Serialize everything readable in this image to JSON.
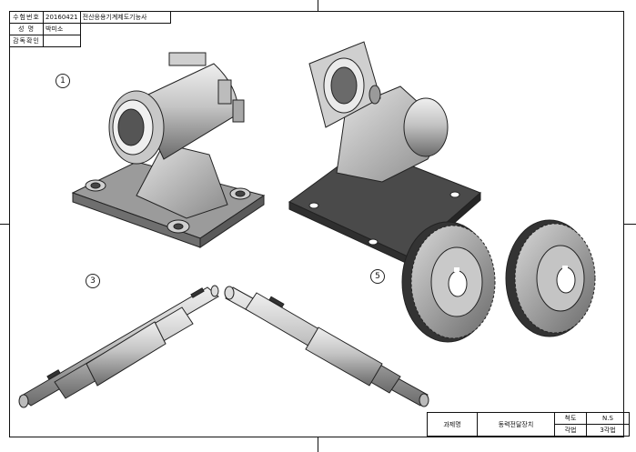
{
  "header": {
    "exam_no_label": "수험번호",
    "exam_no_value": "20160421",
    "exam_title": "전산응용기계제도기능사",
    "name_label": "성    명",
    "name_value": "박미소",
    "check_label": "감독확인",
    "check_value": ""
  },
  "callouts": {
    "part1": "1",
    "part3": "3",
    "part5": "5"
  },
  "title_block": {
    "subject_label": "과제명",
    "subject_value": "동력전달장치",
    "scale_label": "척도",
    "scale_value": "N.S",
    "projection_label": "각법",
    "projection_value": "3각법"
  },
  "colors": {
    "line": "#111111",
    "part_fill": "#b9b9b9",
    "part_dark": "#555555",
    "plate": "#4a4a4a"
  },
  "icons": {
    "housing": "housing-iso-icon",
    "shaft": "shaft-iso-icon",
    "gear": "spur-gear-iso-icon"
  }
}
